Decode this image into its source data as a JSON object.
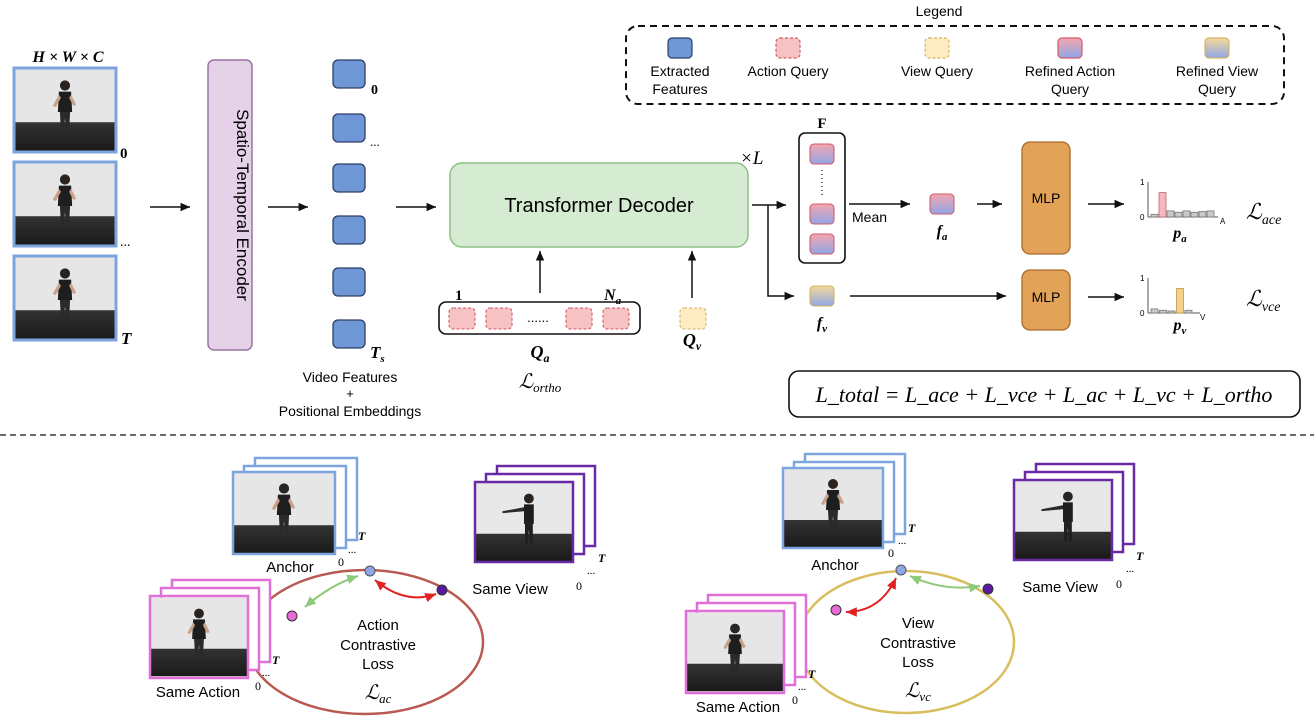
{
  "legend": {
    "title": "Legend",
    "items": [
      {
        "line1": "Extracted",
        "line2": "Features"
      },
      {
        "line1": "Action Query",
        "line2": ""
      },
      {
        "line1": "View Query",
        "line2": ""
      },
      {
        "line1": "Refined Action",
        "line2": "Query"
      },
      {
        "line1": "Refined View",
        "line2": "Query"
      }
    ]
  },
  "colors": {
    "feature": "#6f97d6",
    "feature_stroke": "#2b3f66",
    "action_query": "#f6c2c4",
    "action_query_stroke": "#d65a66",
    "view_query": "#fdebc2",
    "view_query_stroke": "#d4b364",
    "encoder_fill": "#e6d2e8",
    "encoder_stroke": "#9a72a3",
    "decoder_fill": "#d5ecd2",
    "decoder_stroke": "#8fbf87",
    "mlp_fill": "#e2a257",
    "mlp_stroke": "#a8692a",
    "action_ring": "#b85a52",
    "view_ring": "#d9be5f",
    "arrow_red": "#e12222",
    "arrow_green": "#8cc97a",
    "frame_blue": "#7ea4e0",
    "frame_purple": "#6a2aa6",
    "frame_pink": "#e06fd9"
  },
  "input": {
    "dims": "H × W × C",
    "index_0": "0",
    "index_mid": "...",
    "index_T": "T"
  },
  "encoder": {
    "label": "Spatio-Temporal Encoder"
  },
  "features": {
    "index_0": "0",
    "index_mid": "...",
    "index_Ts": "T",
    "index_Ts_sub": "s",
    "caption_line1": "Video Features",
    "caption_line2": "+",
    "caption_line3": "Positional Embeddings"
  },
  "decoder": {
    "label": "Transformer Decoder",
    "repeat": "×L"
  },
  "queries": {
    "first_index": "1",
    "last_index": "N",
    "last_index_sub": "a",
    "dots": "......",
    "qa": "Q",
    "qa_sub": "a",
    "qv": "Q",
    "qv_sub": "v",
    "ortho": "ℒ",
    "ortho_sub": "ortho"
  },
  "refined": {
    "F_label": "F",
    "mean_label": "Mean",
    "fa": "f",
    "fa_sub": "a",
    "fv": "f",
    "fv_sub": "v"
  },
  "mlp": {
    "label_top": "MLP",
    "label_bottom": "MLP"
  },
  "histograms": {
    "action": {
      "y_tick": "1",
      "x_start": "0",
      "x_end": "A",
      "values": [
        0.08,
        0.72,
        0.18,
        0.14,
        0.18,
        0.14,
        0.16,
        0.18
      ],
      "highlight": 1,
      "label": "p",
      "label_sub": "a"
    },
    "view": {
      "y_tick": "1",
      "x_start": "0",
      "x_end": "V",
      "values": [
        0.12,
        0.08,
        0.06,
        0.72,
        0.08
      ],
      "highlight": 3,
      "label": "p",
      "label_sub": "v"
    }
  },
  "losses": {
    "ace": "ℒ",
    "ace_sub": "ace",
    "vce": "ℒ",
    "vce_sub": "vce",
    "total": "L_total = L_ace + L_vce + L_ac + L_vc + L_ortho"
  },
  "contrastive": {
    "action": {
      "anchor": "Anchor",
      "positive": "Same Action",
      "negative": "Same View",
      "line1": "Action",
      "line2": "Contrastive",
      "line3": "Loss",
      "loss": "ℒ",
      "loss_sub": "ac",
      "stack_T": "T",
      "stack_dots": "...",
      "stack_0": "0"
    },
    "view": {
      "anchor": "Anchor",
      "positive": "Same View",
      "negative": "Same Action",
      "line1": "View",
      "line2": "Contrastive",
      "line3": "Loss",
      "loss": "ℒ",
      "loss_sub": "vc",
      "stack_T": "T",
      "stack_dots": "...",
      "stack_0": "0"
    }
  }
}
